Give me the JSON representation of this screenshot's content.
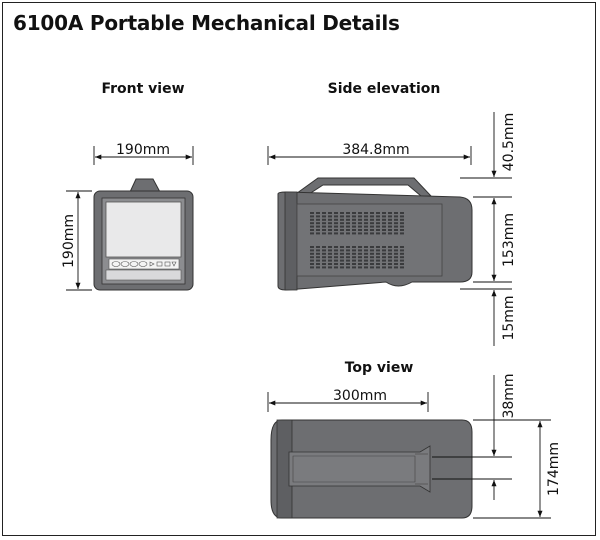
{
  "title": "6100A Portable Mechanical Details",
  "views": {
    "front": {
      "heading": "Front view",
      "width_label": "190mm",
      "height_label": "190mm"
    },
    "side": {
      "heading": "Side elevation",
      "width_label": "384.8mm",
      "top_label": "40.5mm",
      "body_label": "153mm",
      "bottom_label": "15mm"
    },
    "top": {
      "heading": "Top view",
      "width_label": "300mm",
      "top_label": "38mm",
      "depth_label": "174mm"
    }
  },
  "colors": {
    "device": "#6d6e71",
    "device_dark": "#4d4e50",
    "line": "#111111"
  }
}
